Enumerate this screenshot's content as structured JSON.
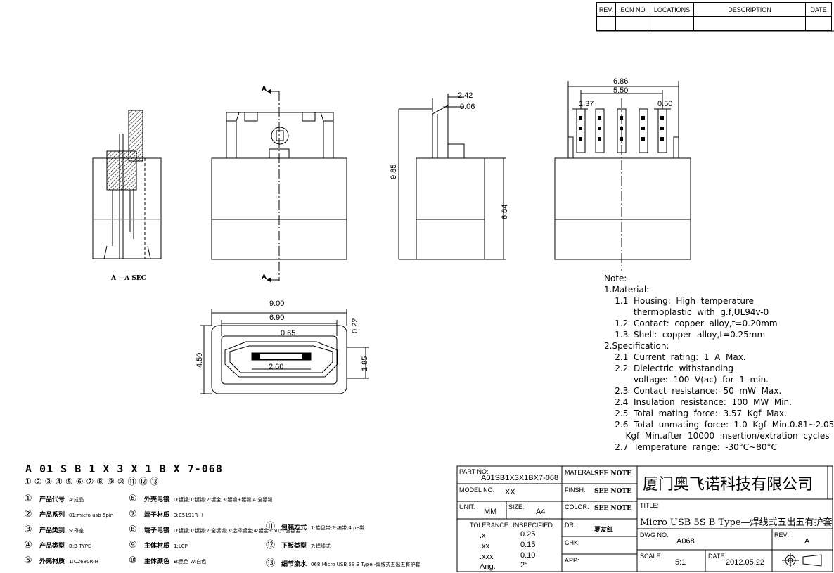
{
  "revision_table": {
    "headers": [
      "REV.",
      "ECN NO",
      "LOCATIONS",
      "DESCRIPTION",
      "DATE"
    ]
  },
  "views": {
    "section_label": "A —A SEC",
    "section_marker_top": "A",
    "section_marker_bottom": "A"
  },
  "dimensions": {
    "top_width": "6.86",
    "top_inner": "5.50",
    "top_left_pitch": "1.37",
    "top_right_pitch": "0.50",
    "side_offset": "2.42",
    "side_gap": "0.06",
    "total_height": "9.85",
    "body_height": "6.64",
    "front_width": "9.00",
    "front_inner": "6.90",
    "slot_small": "0.65",
    "slot_width": "2.60",
    "front_height": "4.50",
    "lip": "0.22",
    "opening_height": "1.85"
  },
  "notes": {
    "heading": "Note:",
    "lines": [
      "1.Material:",
      "    1.1  Housing:  High  temperature",
      "           thermoplastic  with  g.f,UL94v-0",
      "    1.2  Contact:  copper  alloy,t=0.20mm",
      "    1.3  Shell:  copper  alloy,t=0.25mm",
      "2.Specification:",
      "    2.1  Current  rating:  1  A  Max.",
      "    2.2  Dielectric  withstanding",
      "           voltage:  100  V(ac)  for  1  min.",
      "    2.3  Contact  resistance:  50  mW  Max.",
      "    2.4  Insulation  resistance:  100  MW  Min.",
      "    2.5  Total  mating  force:  3.57  Kgf  Max.",
      "    2.6  Total  unmating  force:  1.0  Kgf  Min.0.81~2.05",
      "        Kgf  Min.after  10000  insertion/extration  cycles",
      "    2.7  Temperature  range:  -30°C~80°C"
    ]
  },
  "part_code": {
    "code": "A 01 S B 1 X 3 X 1 B X 7-068",
    "positions": "①②③④⑤⑥⑦⑧⑨⑩⑪⑫⑬"
  },
  "legend": [
    {
      "num": "①",
      "label": "产品代号",
      "value": "A:成品"
    },
    {
      "num": "②",
      "label": "产品系列",
      "value": "01:micro usb 5pin"
    },
    {
      "num": "③",
      "label": "产品类别",
      "value": "S:母座"
    },
    {
      "num": "④",
      "label": "产品类型",
      "value": "B:B TYPE"
    },
    {
      "num": "⑤",
      "label": "外壳材质",
      "value": "1:C2680R-H"
    },
    {
      "num": "⑥",
      "label": "外壳电镀",
      "value": "0:镀镍;1:镀锡;2:镀金;3:镀镍+镀锡;4:全镀锡"
    },
    {
      "num": "⑦",
      "label": "端子材质",
      "value": "3:C5191R-H"
    },
    {
      "num": "⑧",
      "label": "端子电镀",
      "value": "0:镀镍;1:镀锡;2:全镀锡;3:选择镀金;4:镀金0.5u;5:全镀金"
    },
    {
      "num": "⑨",
      "label": "主体材质",
      "value": "1:LCP"
    },
    {
      "num": "⑩",
      "label": "主体颜色",
      "value": "B:黑色  W:白色"
    },
    {
      "num": "⑪",
      "label": "包装方式",
      "value": "1:卷盘带;2:编带;4:pe袋"
    },
    {
      "num": "⑫",
      "label": "下板类型",
      "value": "7:焊线式"
    },
    {
      "num": "⑬",
      "label": "细节流水",
      "value": "068:Micro USB 5S B Type -焊线式五出五有护套"
    }
  ],
  "title_block": {
    "part_no_label": "PART NO:",
    "part_no": "A01SB1X3X1BX7-068",
    "model_no_label": "MODEL NO:",
    "model_no": "XX",
    "unit_label": "UNIT:",
    "unit": "MM",
    "size_label": "SIZE:",
    "size": "A4",
    "tolerance_label": "TOLERANCE  UNSPECIFIED",
    "tolerances": [
      {
        "key": ".x",
        "value": "0.25"
      },
      {
        "key": ".xx",
        "value": "0.15"
      },
      {
        "key": ".xxx",
        "value": "0.10"
      },
      {
        "key": "Ang.",
        "value": "2°"
      }
    ],
    "material_label": "MATERAL:",
    "material": "SEE NOTE",
    "finish_label": "FINSH:",
    "finish": "SEE NOTE",
    "color_label": "COLOR:",
    "color": "SEE NOTE",
    "dr_label": "DR:",
    "dr": "夏友红",
    "chk_label": "CHK:",
    "app_label": "APP:",
    "company": "厦门奥飞诺科技有限公司",
    "title_label": "TITLE:",
    "title": "Micro USB 5S B Type—焊线式五出五有护套",
    "dwg_no_label": "DWG NO:",
    "dwg_no": "A068",
    "rev_label": "REV:",
    "rev": "A",
    "scale_label": "SCALE:",
    "scale": "5:1",
    "date_label": "DATE:",
    "date": "2012.05.22"
  }
}
